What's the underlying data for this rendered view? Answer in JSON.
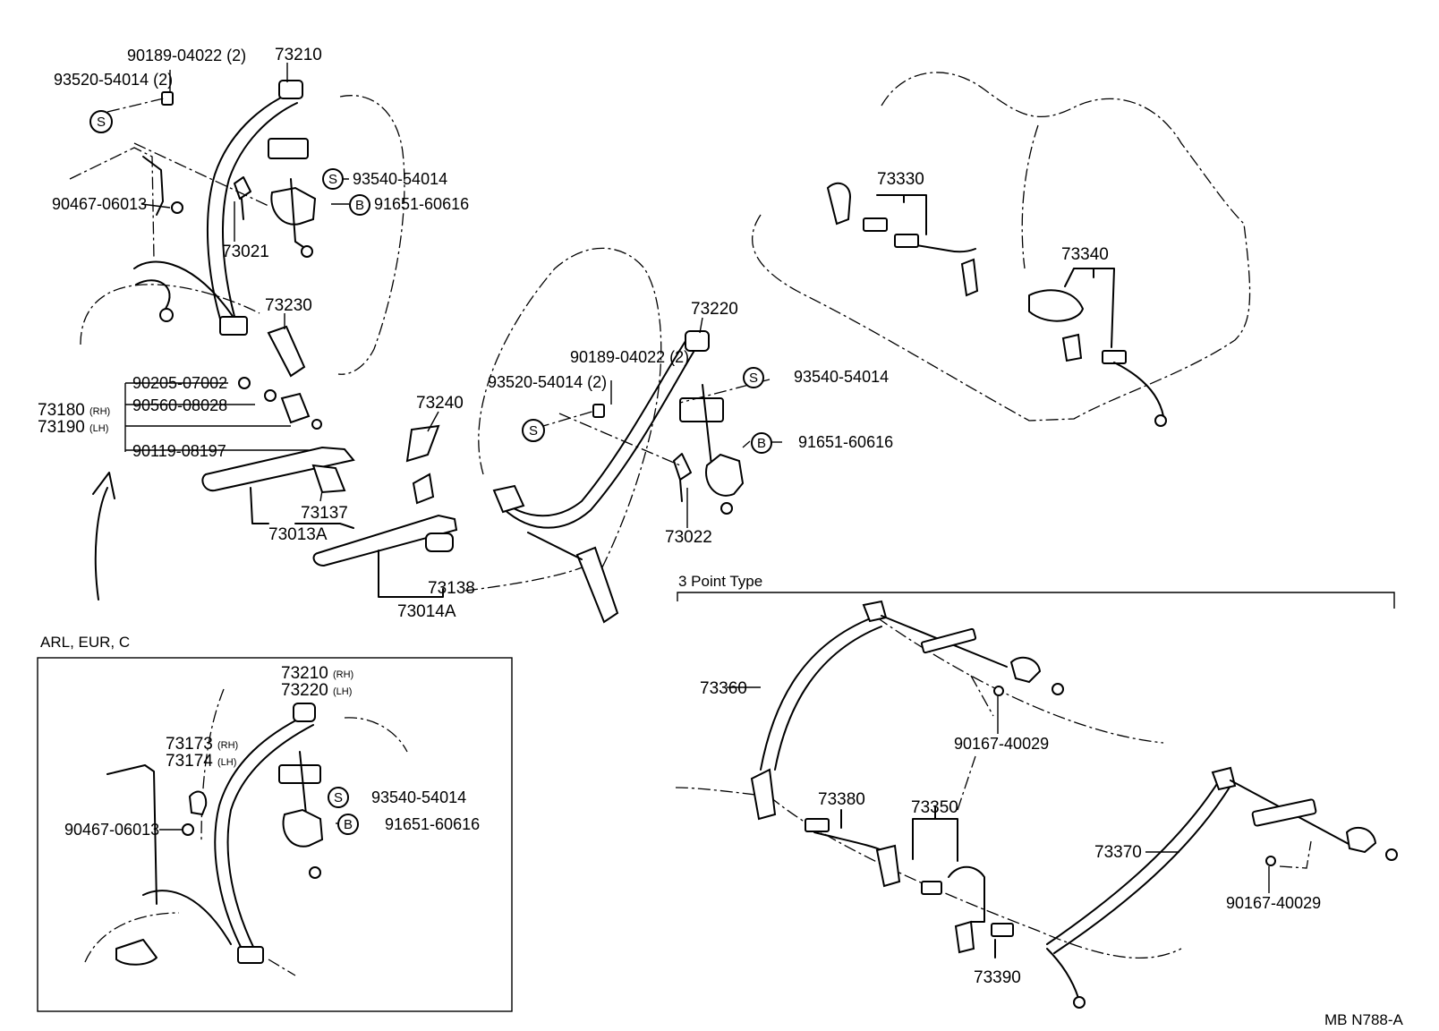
{
  "footer": {
    "code": "MB  N788-A"
  },
  "sections": {
    "variant_label": "ARL, EUR, C",
    "three_point_label": "3 Point Type"
  },
  "symbols": {
    "s": "S",
    "b": "B"
  },
  "labels": {
    "p90189_a": "90189-04022 (2)",
    "p93520_a": "93520-54014  (2)",
    "p73210": "73210",
    "p93540_a": "93540-54014",
    "p91651_a": "91651-60616",
    "p90467_a": "90467-06013",
    "p73021": "73021",
    "p73230": "73230",
    "p90205": "90205-07002",
    "p90560": "90560-08028",
    "p73180": "73180",
    "p73190": "73190",
    "p90119": "90119-08197",
    "p73137": "73137",
    "p73013a": "73013A",
    "p73240": "73240",
    "p73138": "73138",
    "p73014a": "73014A",
    "p90189_b": "90189-04022 (2)",
    "p93520_b": "93520-54014  (2)",
    "p73220": "73220",
    "p93540_b": "93540-54014",
    "p91651_b": "91651-60616",
    "p73022": "73022",
    "p73330": "73330",
    "p73340": "73340",
    "p73360": "73360",
    "p90167_a": "90167-40029",
    "p73380": "73380",
    "p73350": "73350",
    "p73370": "73370",
    "p90167_b": "90167-40029",
    "p73390": "73390",
    "inset_73210": "73210",
    "inset_73220": "73220",
    "inset_73173": "73173",
    "inset_73174": "73174",
    "inset_93540": "93540-54014",
    "inset_91651": "91651-60616",
    "inset_90467": "90467-06013"
  },
  "suffixes": {
    "rh": "(RH)",
    "lh": "(LH)"
  }
}
